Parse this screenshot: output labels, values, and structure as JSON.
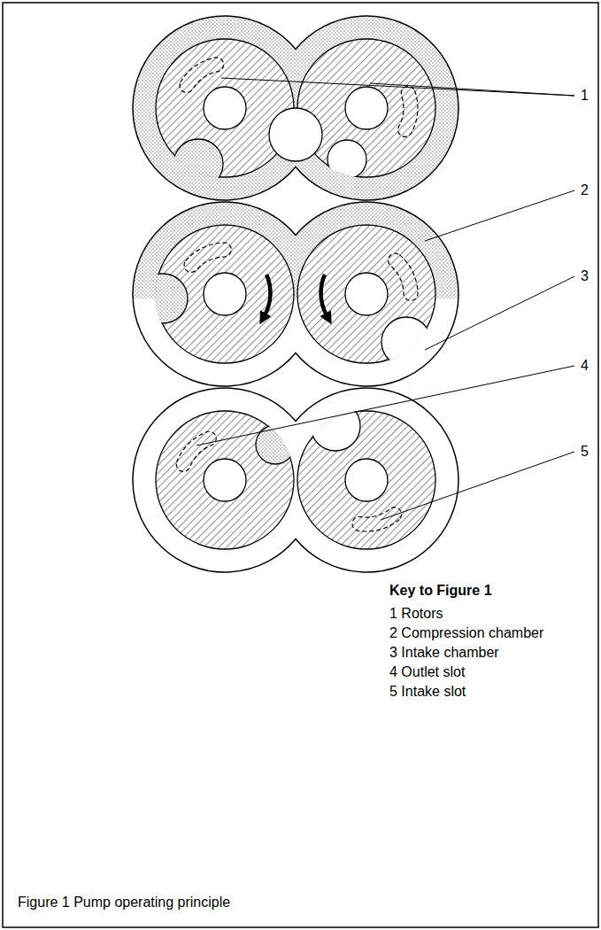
{
  "diagram": {
    "caption": "Figure 1 Pump operating principle",
    "labels": [
      "1",
      "2",
      "3",
      "4",
      "5",
      "Key to Figure 1",
      "1 Rotors",
      "2 Compression chamber",
      "3 Intake chamber",
      "4 Outlet slot",
      "5 Intake slot"
    ]
  }
}
